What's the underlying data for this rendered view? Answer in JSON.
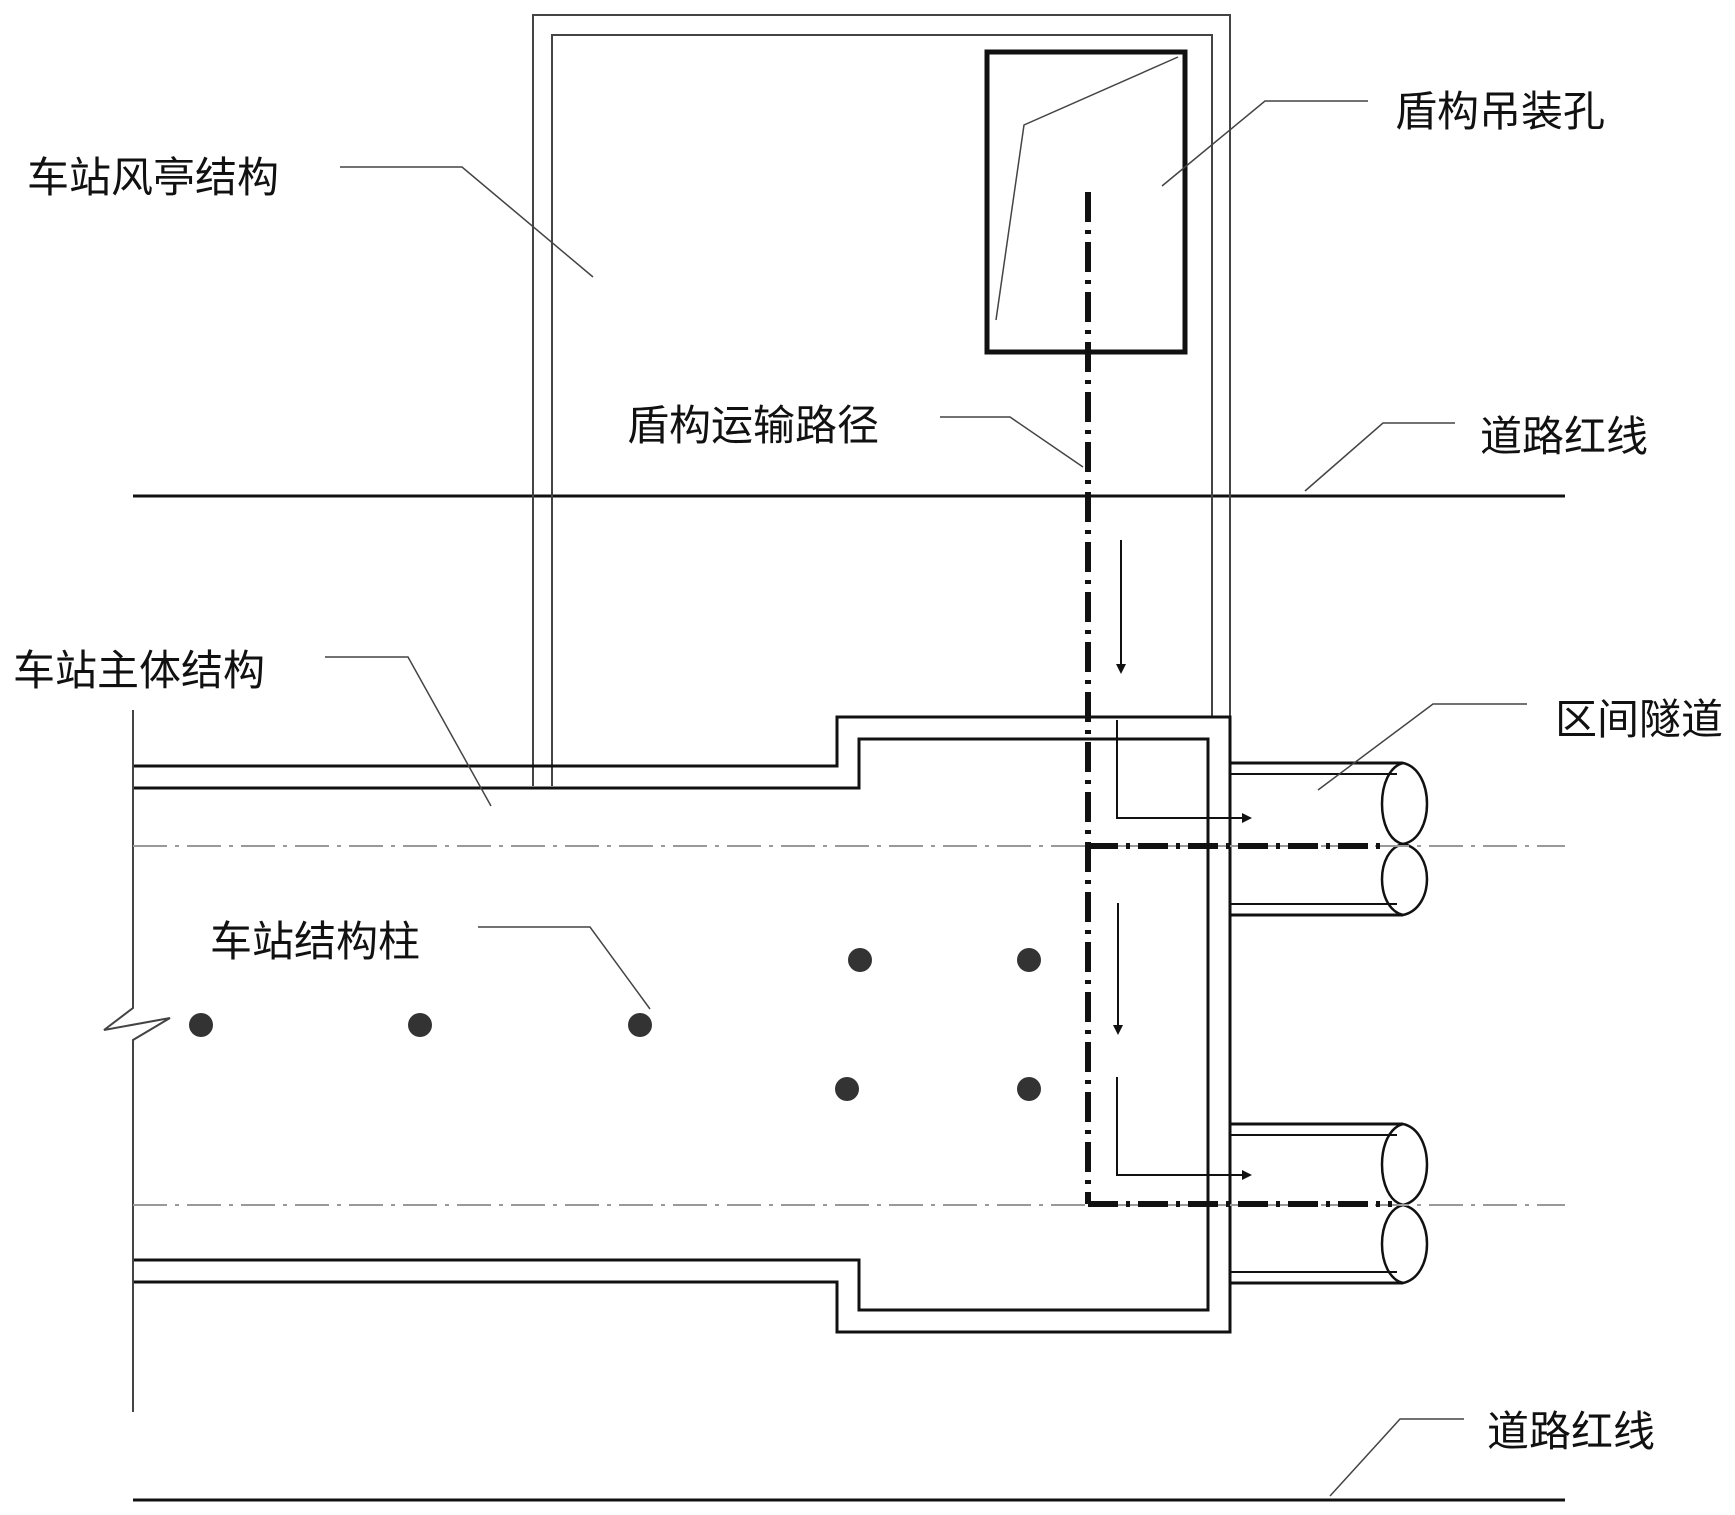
{
  "labels": {
    "kiosk": "车站风亭结构",
    "lifting_hole": "盾构吊装孔",
    "transport_path": "盾构运输路径",
    "road_red_line_top": "道路红线",
    "main_structure": "车站主体结构",
    "section_tunnel": "区间隧道",
    "columns": "车站结构柱",
    "road_red_line_bottom": "道路红线"
  },
  "colors": {
    "line": "#111111",
    "thin": "#444444",
    "axis": "#999999"
  }
}
